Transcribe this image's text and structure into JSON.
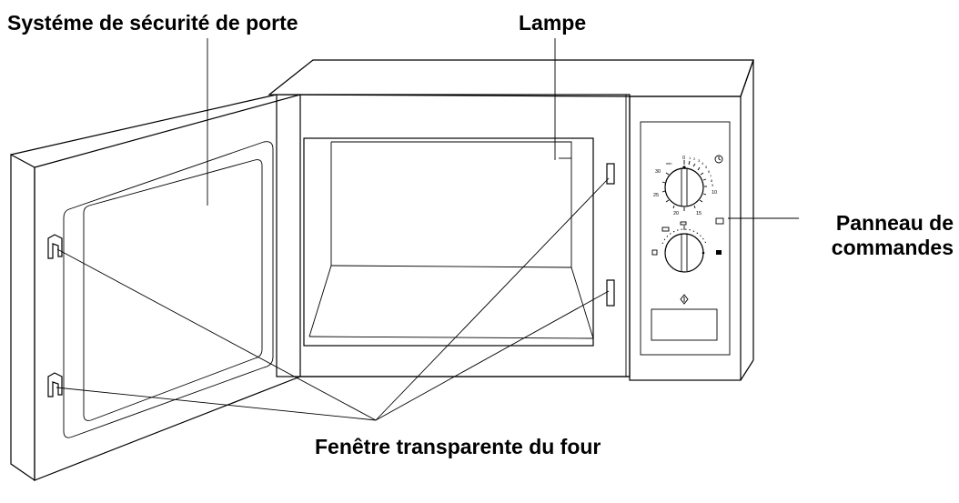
{
  "labels": {
    "door_safety": "Systéme de sécurité de porte",
    "lamp": "Lampe",
    "panel_line1": "Panneau de",
    "panel_line2": "commandes",
    "window": "Fenêtre transparente du four"
  },
  "dial_timer": {
    "marks": [
      "30",
      "25",
      "20",
      "15",
      "10",
      "0"
    ],
    "small_marks": [
      "1",
      "2",
      "3",
      "4",
      "5",
      "6",
      "7",
      "8",
      "9"
    ],
    "unit": "min"
  }
}
